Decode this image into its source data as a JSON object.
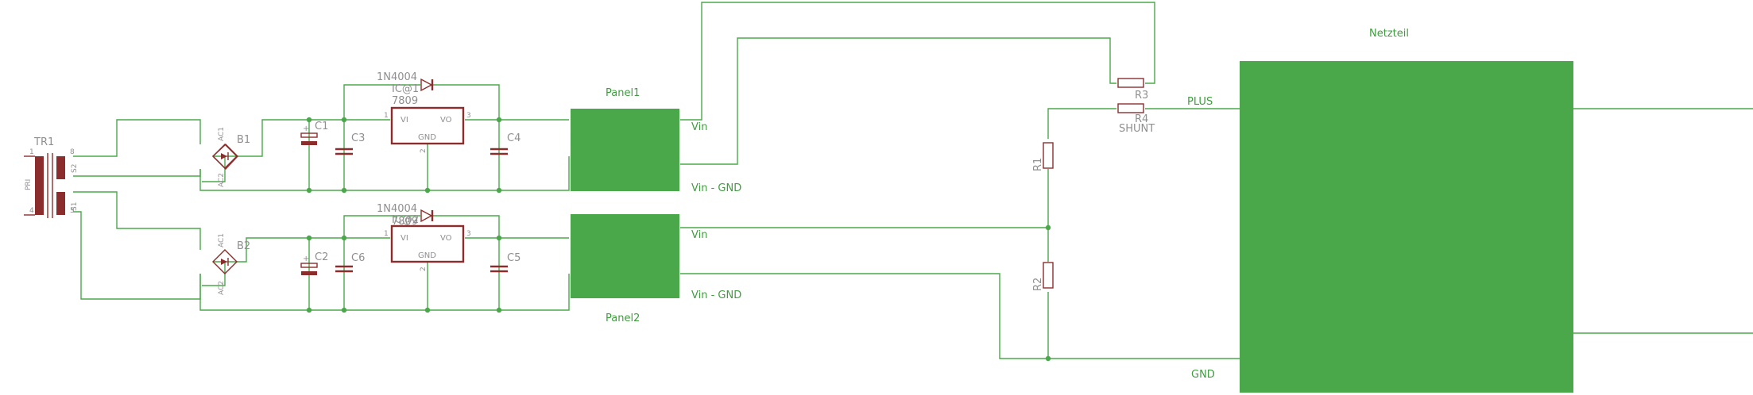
{
  "transformer": {
    "name": "TR1",
    "primary": "PRI",
    "s1": "S1",
    "s2": "S2",
    "pin1": "1",
    "pin4": "4",
    "pin8": "8",
    "pin5": "5"
  },
  "bridge1": {
    "name": "B1",
    "ac1": "AC1",
    "ac2": "AC2"
  },
  "bridge2": {
    "name": "B2",
    "ac1": "AC1",
    "ac2": "AC2"
  },
  "capacitors": {
    "c1": "C1",
    "c2": "C2",
    "c3": "C3",
    "c4": "C4",
    "c5": "C5",
    "c6": "C6"
  },
  "diode1": {
    "part": "1N4004",
    "ref": "IC@1"
  },
  "diode2": {
    "part": "1N4004",
    "ref": "IC@2"
  },
  "regulator1": {
    "part": "7809",
    "vi": "VI",
    "vo": "VO",
    "gnd": "GND",
    "p1": "1",
    "p2": "2",
    "p3": "3"
  },
  "regulator2": {
    "part": "7809",
    "vi": "VI",
    "vo": "VO",
    "gnd": "GND",
    "p1": "1",
    "p2": "2",
    "p3": "3"
  },
  "panel1": {
    "name": "Panel1",
    "vin": "Vin",
    "vin_gnd": "Vin - GND"
  },
  "panel2": {
    "name": "Panel2",
    "vin": "Vin",
    "vin_gnd": "Vin - GND"
  },
  "resistors": {
    "r1": "R1",
    "r2": "R2",
    "r3": "R3",
    "r4": "R4",
    "shunt": "SHUNT"
  },
  "psu": {
    "name": "Netzteil",
    "plus": "PLUS",
    "gnd": "GND"
  },
  "colors": {
    "wire": "#4aa84a",
    "component": "#8b2d2d",
    "label": "#8f8f8f"
  }
}
